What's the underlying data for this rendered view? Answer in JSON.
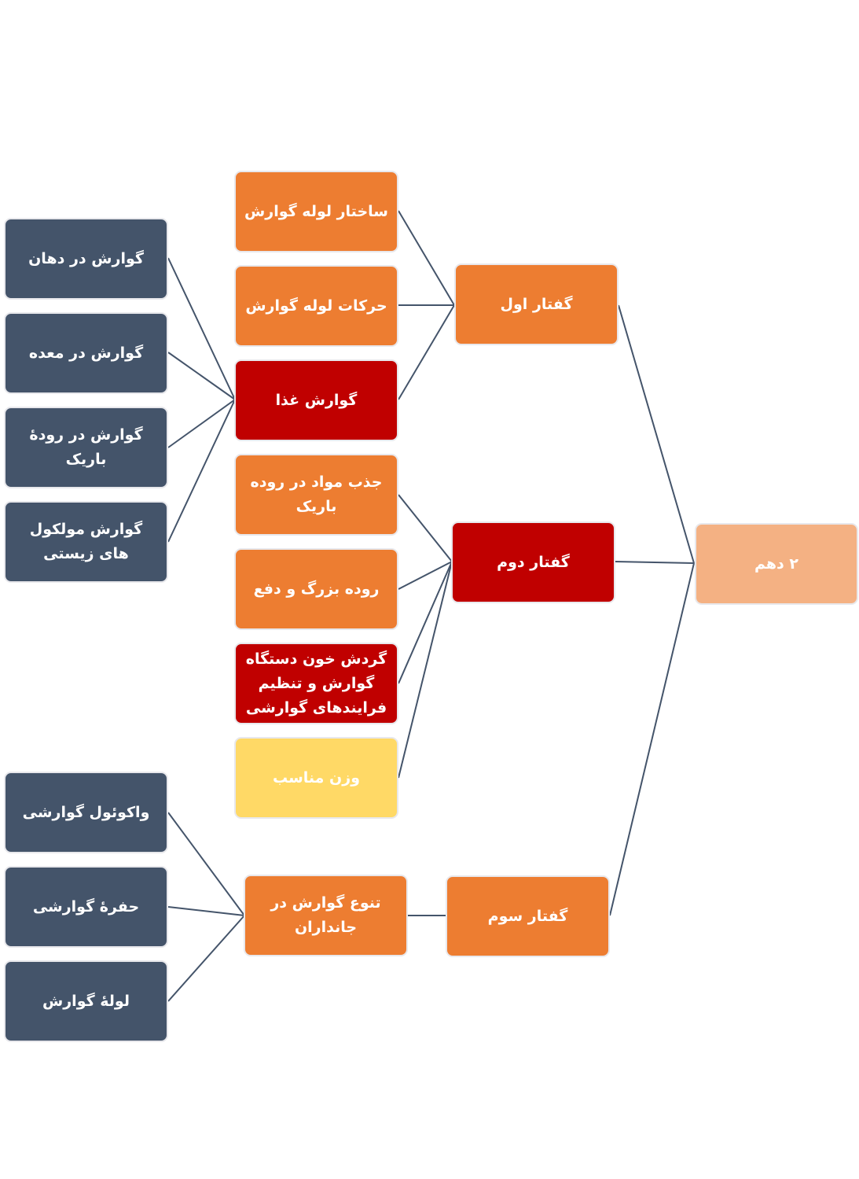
{
  "root": {
    "label": "۲ دهم"
  },
  "chapters": {
    "ch1": "گفتار اول",
    "ch2": "گفتار دوم",
    "ch3": "گفتار سوم"
  },
  "topics": {
    "structure": "ساختار لوله گوارش",
    "movements": "حرکات لوله گوارش",
    "food_digestion": "گوارش غذا",
    "absorption": "جذب مواد در روده باریک",
    "large_intestine": "روده بزرگ و دفع",
    "circulation": "گردش خون دستگاه گوارش و تنظیم فرایندهای گوارشی",
    "weight": "وزن مناسب",
    "diversity": "تنوع گوارش در جانداران"
  },
  "subtopics": {
    "mouth": "گوارش در دهان",
    "stomach": "گوارش در معده",
    "small_intestine": "گوارش در رودهٔ باریک",
    "biomolecules": "گوارش مولکول های زیستی",
    "vacuole": "واکوئول گوارشی",
    "cavity": "حفرهٔ گوارشی",
    "tube": "لولهٔ گوارش"
  },
  "colors": {
    "dark": "#44546a",
    "orange": "#ed7d31",
    "red": "#c00000",
    "yellow": "#ffd966",
    "peach": "#f4b183",
    "connector": "#44546a"
  }
}
